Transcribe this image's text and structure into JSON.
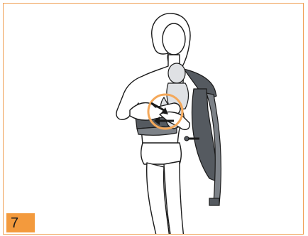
{
  "step": {
    "number": "7"
  },
  "colors": {
    "frame_border": "#f0a055",
    "badge_bg": "#f39a3d",
    "highlight_ring": "#f4a85a",
    "carrier_dark": "#555a60",
    "carrier_mid": "#7d8288",
    "baby_fill": "#dfe1e4",
    "outline": "#1a1a1a"
  },
  "illustration": {
    "subject": "woman-buckling-baby-carrier-waist-belt",
    "highlight": "buckle-detail-circle",
    "arrows": [
      "arrow-down-right",
      "arrow-left"
    ]
  }
}
